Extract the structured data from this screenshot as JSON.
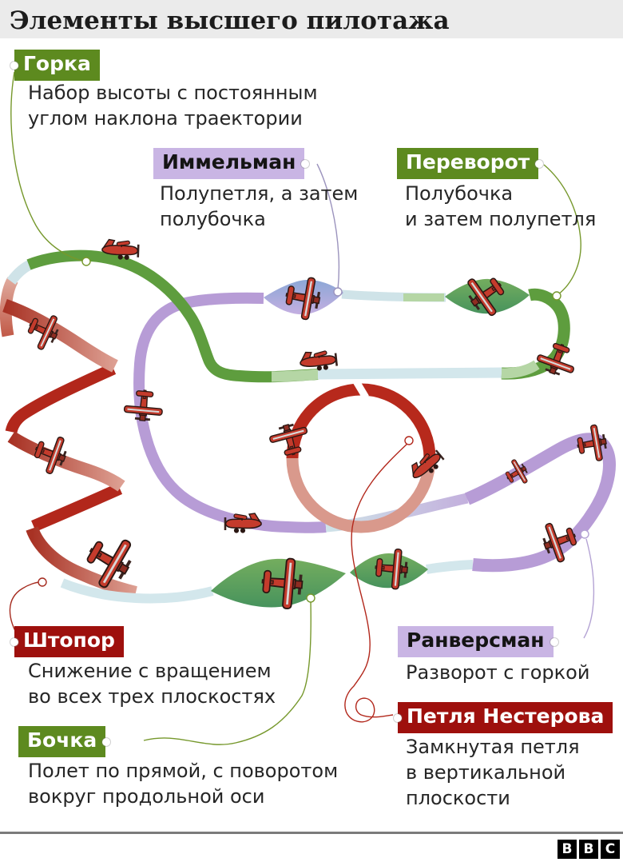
{
  "title": "Элементы высшего пилотажа",
  "labels": [
    {
      "id": "gorka",
      "name": "Горка",
      "style": "green",
      "desc": [
        "Набор высоты с постоянным",
        "углом наклона траектории"
      ]
    },
    {
      "id": "immelman",
      "name": "Иммельман",
      "style": "purple",
      "desc": [
        "Полупетля, а затем",
        "полубочка"
      ]
    },
    {
      "id": "perevorot",
      "name": "Переворот",
      "style": "green",
      "desc": [
        "Полубочка",
        "и затем полупетля"
      ]
    },
    {
      "id": "shtopor",
      "name": "Штопор",
      "style": "red",
      "desc": [
        "Снижение с вращением",
        "во всех трех плоскостях"
      ]
    },
    {
      "id": "ranversman",
      "name": "Ранверсман",
      "style": "purple",
      "desc": [
        "Разворот с горкой"
      ]
    },
    {
      "id": "bochka",
      "name": "Бочка",
      "style": "green",
      "desc": [
        "Полет по прямой, с поворотом",
        "вокруг продольной оси"
      ]
    },
    {
      "id": "petlya",
      "name": "Петля Нестерова",
      "style": "red",
      "desc": [
        "Замкнутая петля",
        "в вертикальной",
        "плоскости"
      ]
    }
  ],
  "colors": {
    "label_green": "#5d8a1f",
    "label_purple": "#c9b5e4",
    "label_red": "#9e100d",
    "ribbon_green": "#5e9d3e",
    "ribbon_red": "#b2271b",
    "ribbon_salmon": "#d9998c",
    "ribbon_purple": "#b79cd6",
    "ribbon_lightblue": "#d3e7ec",
    "title_bar": "#ebebeb"
  },
  "footer": {
    "logo": [
      "B",
      "B",
      "C"
    ]
  }
}
